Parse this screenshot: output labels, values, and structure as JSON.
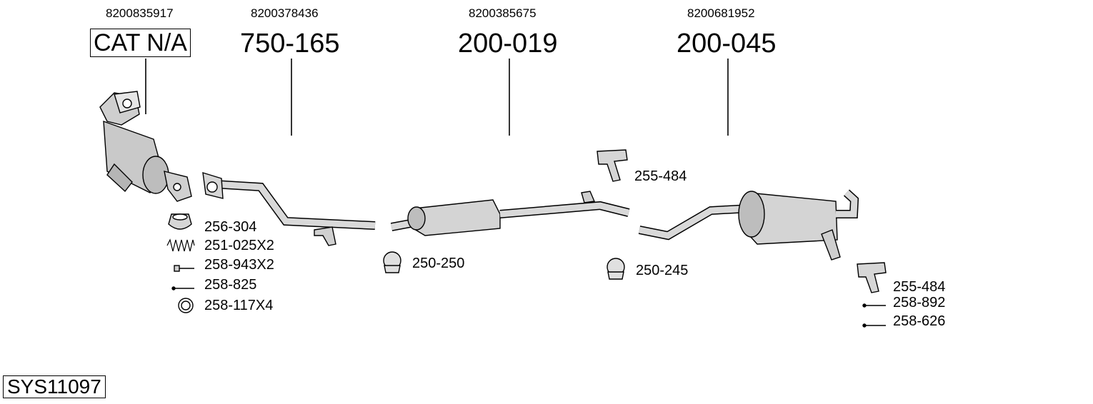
{
  "oe_numbers": [
    "8200835917",
    "8200378436",
    "8200385675",
    "8200681952"
  ],
  "main_parts": {
    "cat": "CAT N/A",
    "front_pipe": "750-165",
    "middle_silencer": "200-019",
    "rear_silencer": "200-045"
  },
  "accessories": {
    "gasket": "256-304",
    "spring": "251-025X2",
    "bolt": "258-943X2",
    "stud": "258-825",
    "ring": "258-117X4",
    "clamp_1": "250-250",
    "clamp_2": "250-245",
    "hanger_1": "255-484",
    "hanger_2": "255-484",
    "bolt_2": "258-892",
    "bolt_3": "258-626"
  },
  "system_code": "SYS11097"
}
